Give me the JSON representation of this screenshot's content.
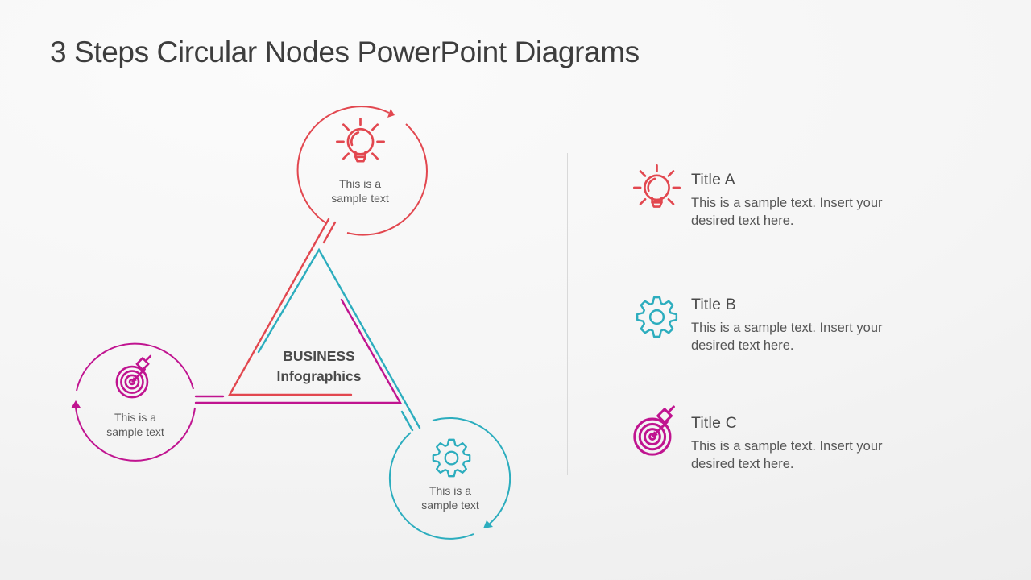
{
  "slide": {
    "title": "3 Steps Circular Nodes PowerPoint Diagrams",
    "colors": {
      "red": "#e2474f",
      "magenta": "#c01490",
      "teal": "#2cadbe",
      "divider": "#d9d9d9",
      "title_text": "#3d3d3d",
      "body_text": "#565656"
    },
    "diagram": {
      "center_line1": "BUSINESS",
      "center_line2": "Infographics",
      "nodes": [
        {
          "position": "top",
          "icon": "lightbulb-icon",
          "color": "#e2474f",
          "label": "This is a sample text"
        },
        {
          "position": "bottom-left",
          "icon": "target-icon",
          "color": "#c01490",
          "label": "This is a sample text"
        },
        {
          "position": "bottom-right",
          "icon": "gear-icon",
          "color": "#2cadbe",
          "label": "This is a sample text"
        }
      ]
    },
    "legend": [
      {
        "icon": "lightbulb-icon",
        "color": "#e2474f",
        "title": "Title A",
        "description": "This is a sample text. Insert your desired text here."
      },
      {
        "icon": "gear-icon",
        "color": "#2cadbe",
        "title": "Title B",
        "description": "This is a sample text. Insert your desired text here."
      },
      {
        "icon": "target-icon",
        "color": "#c01490",
        "title": "Title C",
        "description": "This is a sample text. Insert your desired text here."
      }
    ]
  }
}
